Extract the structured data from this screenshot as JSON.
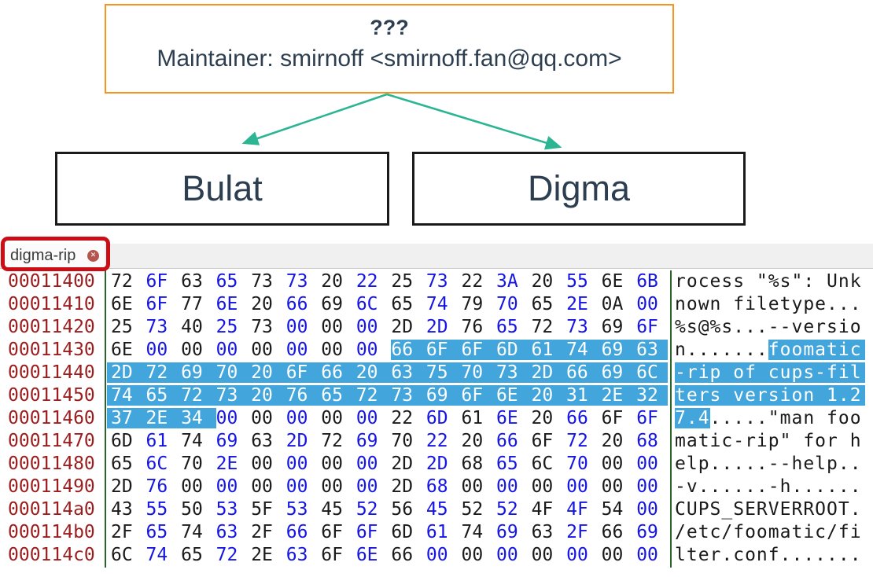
{
  "diagram": {
    "root_box": {
      "title": "???",
      "subtitle": "Maintainer: smirnoff <smirnoff.fan@qq.com>"
    },
    "children": [
      {
        "label": "Bulat"
      },
      {
        "label": "Digma"
      }
    ],
    "colors": {
      "root_border": "#f79320",
      "child_border": "#1a1a1a",
      "arrow": "#2bb592",
      "text": "#2d3e50"
    }
  },
  "hex_editor": {
    "tab": {
      "label": "digma-rip",
      "close_glyph": "✕"
    },
    "colors": {
      "annotation": "#cb0e16",
      "offset": "#9b1d1d",
      "byte_odd": "#1515e6",
      "selection_bg": "#42a5dc",
      "selection_text": "#ffffff",
      "separator": "#2a642a"
    },
    "rows": [
      {
        "offset": "00011400",
        "bytes": [
          "72",
          "6F",
          "63",
          "65",
          "73",
          "73",
          "20",
          "22",
          "25",
          "73",
          "22",
          "3A",
          "20",
          "55",
          "6E",
          "6B"
        ],
        "ascii": "rocess \"%s\": Unk",
        "sel": null
      },
      {
        "offset": "00011410",
        "bytes": [
          "6E",
          "6F",
          "77",
          "6E",
          "20",
          "66",
          "69",
          "6C",
          "65",
          "74",
          "79",
          "70",
          "65",
          "2E",
          "0A",
          "00"
        ],
        "ascii": "nown filetype...",
        "sel": null
      },
      {
        "offset": "00011420",
        "bytes": [
          "25",
          "73",
          "40",
          "25",
          "73",
          "00",
          "00",
          "00",
          "2D",
          "2D",
          "76",
          "65",
          "72",
          "73",
          "69",
          "6F"
        ],
        "ascii": "%s@%s...--versio",
        "sel": null
      },
      {
        "offset": "00011430",
        "bytes": [
          "6E",
          "00",
          "00",
          "00",
          "00",
          "00",
          "00",
          "00",
          "66",
          "6F",
          "6F",
          "6D",
          "61",
          "74",
          "69",
          "63"
        ],
        "ascii": "n.......foomatic",
        "sel": [
          8,
          15
        ]
      },
      {
        "offset": "00011440",
        "bytes": [
          "2D",
          "72",
          "69",
          "70",
          "20",
          "6F",
          "66",
          "20",
          "63",
          "75",
          "70",
          "73",
          "2D",
          "66",
          "69",
          "6C"
        ],
        "ascii": "-rip of cups-fil",
        "sel": [
          0,
          15
        ]
      },
      {
        "offset": "00011450",
        "bytes": [
          "74",
          "65",
          "72",
          "73",
          "20",
          "76",
          "65",
          "72",
          "73",
          "69",
          "6F",
          "6E",
          "20",
          "31",
          "2E",
          "32"
        ],
        "ascii": "ters version 1.2",
        "sel": [
          0,
          15
        ]
      },
      {
        "offset": "00011460",
        "bytes": [
          "37",
          "2E",
          "34",
          "00",
          "00",
          "00",
          "00",
          "00",
          "22",
          "6D",
          "61",
          "6E",
          "20",
          "66",
          "6F",
          "6F"
        ],
        "ascii": "7.4.....\"man foo",
        "sel": [
          0,
          2
        ]
      },
      {
        "offset": "00011470",
        "bytes": [
          "6D",
          "61",
          "74",
          "69",
          "63",
          "2D",
          "72",
          "69",
          "70",
          "22",
          "20",
          "66",
          "6F",
          "72",
          "20",
          "68"
        ],
        "ascii": "matic-rip\" for h",
        "sel": null
      },
      {
        "offset": "00011480",
        "bytes": [
          "65",
          "6C",
          "70",
          "2E",
          "00",
          "00",
          "00",
          "00",
          "2D",
          "2D",
          "68",
          "65",
          "6C",
          "70",
          "00",
          "00"
        ],
        "ascii": "elp.....--help..",
        "sel": null
      },
      {
        "offset": "00011490",
        "bytes": [
          "2D",
          "76",
          "00",
          "00",
          "00",
          "00",
          "00",
          "00",
          "2D",
          "68",
          "00",
          "00",
          "00",
          "00",
          "00",
          "00"
        ],
        "ascii": "-v......-h......",
        "sel": null
      },
      {
        "offset": "000114a0",
        "bytes": [
          "43",
          "55",
          "50",
          "53",
          "5F",
          "53",
          "45",
          "52",
          "56",
          "45",
          "52",
          "52",
          "4F",
          "4F",
          "54",
          "00"
        ],
        "ascii": "CUPS_SERVERROOT.",
        "sel": null
      },
      {
        "offset": "000114b0",
        "bytes": [
          "2F",
          "65",
          "74",
          "63",
          "2F",
          "66",
          "6F",
          "6F",
          "6D",
          "61",
          "74",
          "69",
          "63",
          "2F",
          "66",
          "69"
        ],
        "ascii": "/etc/foomatic/fi",
        "sel": null
      },
      {
        "offset": "000114c0",
        "bytes": [
          "6C",
          "74",
          "65",
          "72",
          "2E",
          "63",
          "6F",
          "6E",
          "66",
          "00",
          "00",
          "00",
          "00",
          "00",
          "00",
          "00"
        ],
        "ascii": "lter.conf.......",
        "sel": null
      }
    ]
  }
}
